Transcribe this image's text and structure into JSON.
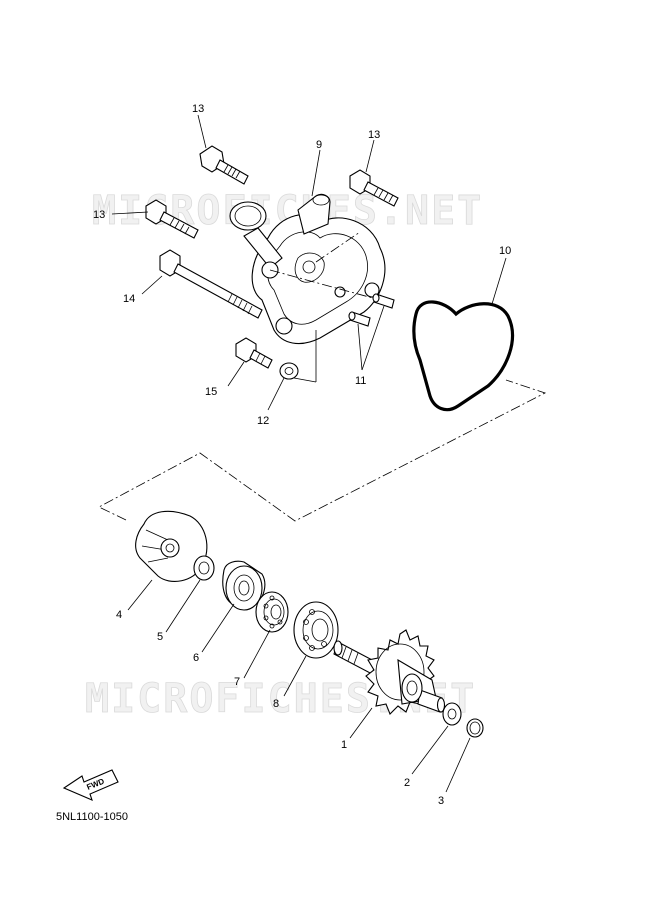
{
  "watermark": {
    "text": "MICROFICHES.NET"
  },
  "diagram_code": "5NL1100-1050",
  "fwd_label": "FWD",
  "callouts": {
    "c1": "1",
    "c2": "2",
    "c3": "3",
    "c4": "4",
    "c5": "5",
    "c6": "6",
    "c7": "7",
    "c8": "8",
    "c9": "9",
    "c10": "10",
    "c11": "11",
    "c12": "12",
    "c13a": "13",
    "c13b": "13",
    "c13c": "13",
    "c14": "14",
    "c15": "15"
  }
}
